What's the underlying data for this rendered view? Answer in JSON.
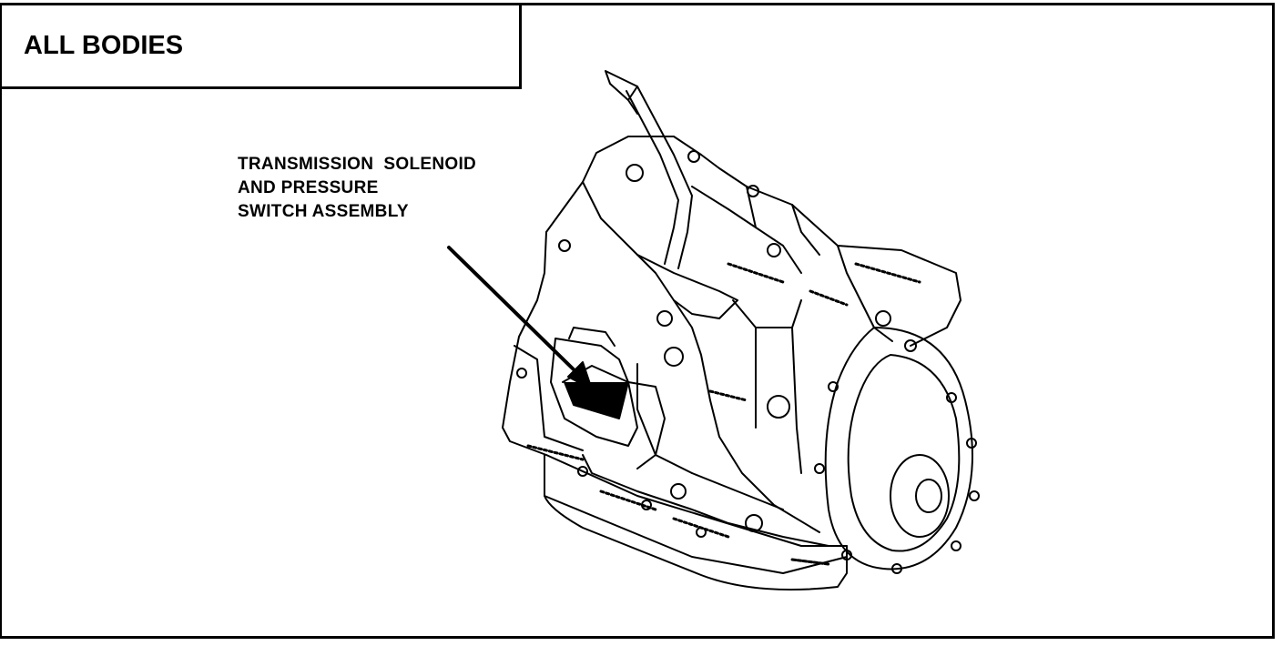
{
  "header": {
    "title": "ALL BODIES"
  },
  "callout": {
    "lines": [
      "TRANSMISSION  SOLENOID",
      "AND PRESSURE",
      "SWITCH ASSEMBLY"
    ]
  },
  "illustration": {
    "subject": "transaxle-assembly"
  }
}
